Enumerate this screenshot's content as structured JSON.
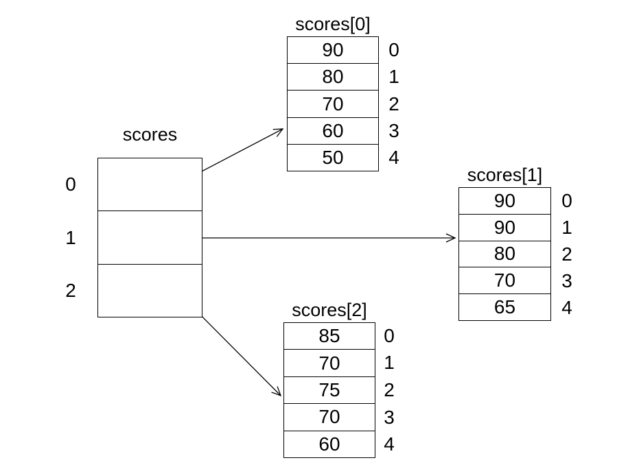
{
  "root": {
    "title": "scores",
    "indices": [
      "0",
      "1",
      "2"
    ]
  },
  "arrays": [
    {
      "title": "scores[0]",
      "values": [
        "90",
        "80",
        "70",
        "60",
        "50"
      ],
      "indices": [
        "0",
        "1",
        "2",
        "3",
        "4"
      ]
    },
    {
      "title": "scores[1]",
      "values": [
        "90",
        "90",
        "80",
        "70",
        "65"
      ],
      "indices": [
        "0",
        "1",
        "2",
        "3",
        "4"
      ]
    },
    {
      "title": "scores[2]",
      "values": [
        "85",
        "70",
        "75",
        "70",
        "60"
      ],
      "indices": [
        "0",
        "1",
        "2",
        "3",
        "4"
      ]
    }
  ],
  "colors": {
    "line": "#000000",
    "text": "#000000",
    "background": "#ffffff"
  }
}
